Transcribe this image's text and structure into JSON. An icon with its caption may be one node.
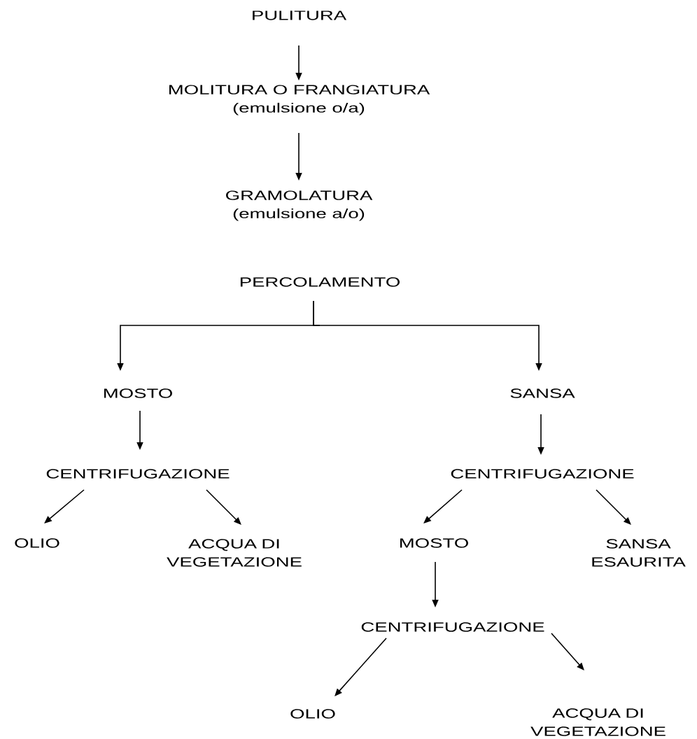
{
  "diagram": {
    "nodes": [
      {
        "text": [
          "PULITURA"
        ]
      },
      {
        "text": [
          "MOLITURA O FRANGIATURA",
          "(emulsione o/a)"
        ]
      },
      {
        "text": [
          "GRAMOLATURA",
          "(emulsione a/o)"
        ]
      },
      {
        "text": [
          "PERCOLAMENTO"
        ]
      },
      {
        "text": [
          "MOSTO"
        ]
      },
      {
        "text": [
          "SANSA"
        ]
      },
      {
        "text": [
          "CENTRIFUGAZIONE"
        ]
      },
      {
        "text": [
          "CENTRIFUGAZIONE"
        ]
      },
      {
        "text": [
          "OLIO"
        ]
      },
      {
        "text": [
          "ACQUA DI VEGETAZIONE"
        ]
      },
      {
        "text": [
          "MOSTO"
        ]
      },
      {
        "text": [
          "SANSA ESAURITA"
        ]
      },
      {
        "text": [
          "CENTRIFUGAZIONE"
        ]
      },
      {
        "text": [
          "OLIO"
        ]
      },
      {
        "text": [
          "ACQUA DI VEGETAZIONE"
        ]
      }
    ],
    "edges": [
      {
        "from": 0,
        "to": 1,
        "arrow": "to"
      },
      {
        "from": 1,
        "to": 2,
        "arrow": "to"
      },
      {
        "from": 3,
        "to": 4,
        "arrow": "to"
      },
      {
        "from": 3,
        "to": 5,
        "arrow": "to"
      },
      {
        "from": 4,
        "to": 6,
        "arrow": "to"
      },
      {
        "from": 5,
        "to": 7,
        "arrow": "to"
      },
      {
        "from": 6,
        "to": 8,
        "arrow": "to"
      },
      {
        "from": 6,
        "to": 9,
        "arrow": "to"
      },
      {
        "from": 7,
        "to": 10,
        "arrow": "to"
      },
      {
        "from": 7,
        "to": 11,
        "arrow": "to"
      },
      {
        "from": 10,
        "to": 12,
        "arrow": "to"
      },
      {
        "from": 12,
        "to": 13,
        "arrow": "to"
      },
      {
        "from": 12,
        "to": 14,
        "arrow": "to"
      }
    ]
  }
}
